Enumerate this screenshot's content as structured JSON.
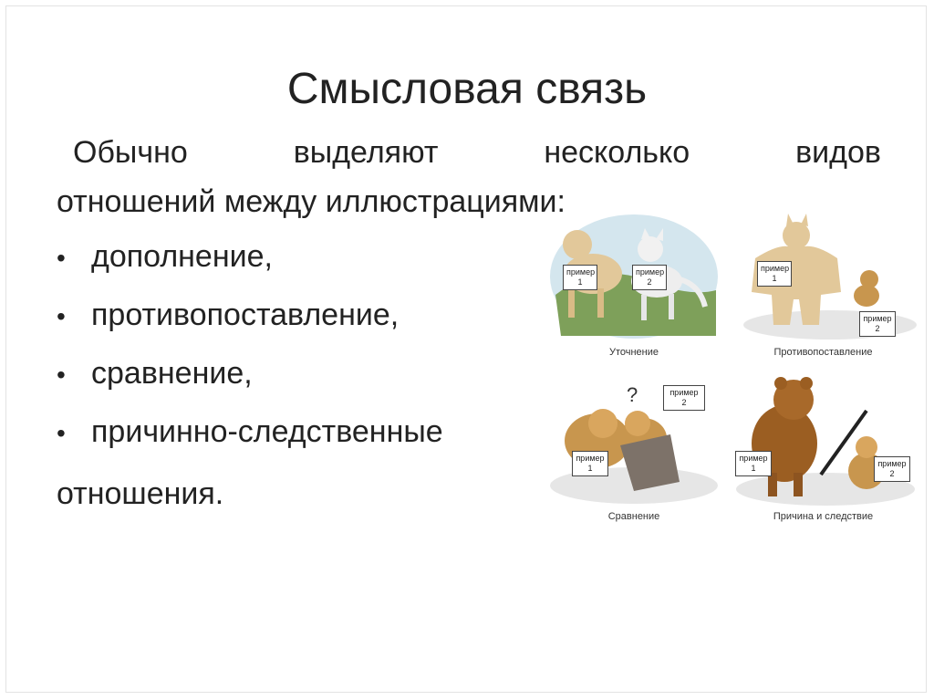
{
  "slide": {
    "title": "Смысловая связь",
    "intro": {
      "line1_words": [
        "Обычно",
        "выделяют",
        "несколько",
        "видов"
      ],
      "line2": "отношений между иллюстрациями:"
    },
    "bullets": [
      {
        "text": "дополнение,"
      },
      {
        "text": "противопоставление,"
      },
      {
        "text": "сравнение,"
      },
      {
        "text": "причинно-следственные"
      }
    ],
    "outro": "отношения.",
    "bullet_char": "•"
  },
  "illustration": {
    "tag_word": "пример",
    "panels": {
      "clarification": {
        "caption": "Уточнение",
        "tag1": "1",
        "tag2": "2"
      },
      "contrast": {
        "caption": "Противопоставление",
        "tag1": "1",
        "tag2": "2"
      },
      "comparison": {
        "caption": "Сравнение",
        "tag1": "1",
        "tag2": "2",
        "question": "?"
      },
      "cause": {
        "caption": "Причина и следствие",
        "tag1": "1",
        "tag2": "2"
      }
    }
  },
  "colors": {
    "dog_light": "#e2c89a",
    "dog_tan": "#c8964e",
    "dog_brown": "#9b5e22",
    "grass": "#7ea05a",
    "sky": "#cfe3ec",
    "shadow": "#e6e6e6"
  }
}
